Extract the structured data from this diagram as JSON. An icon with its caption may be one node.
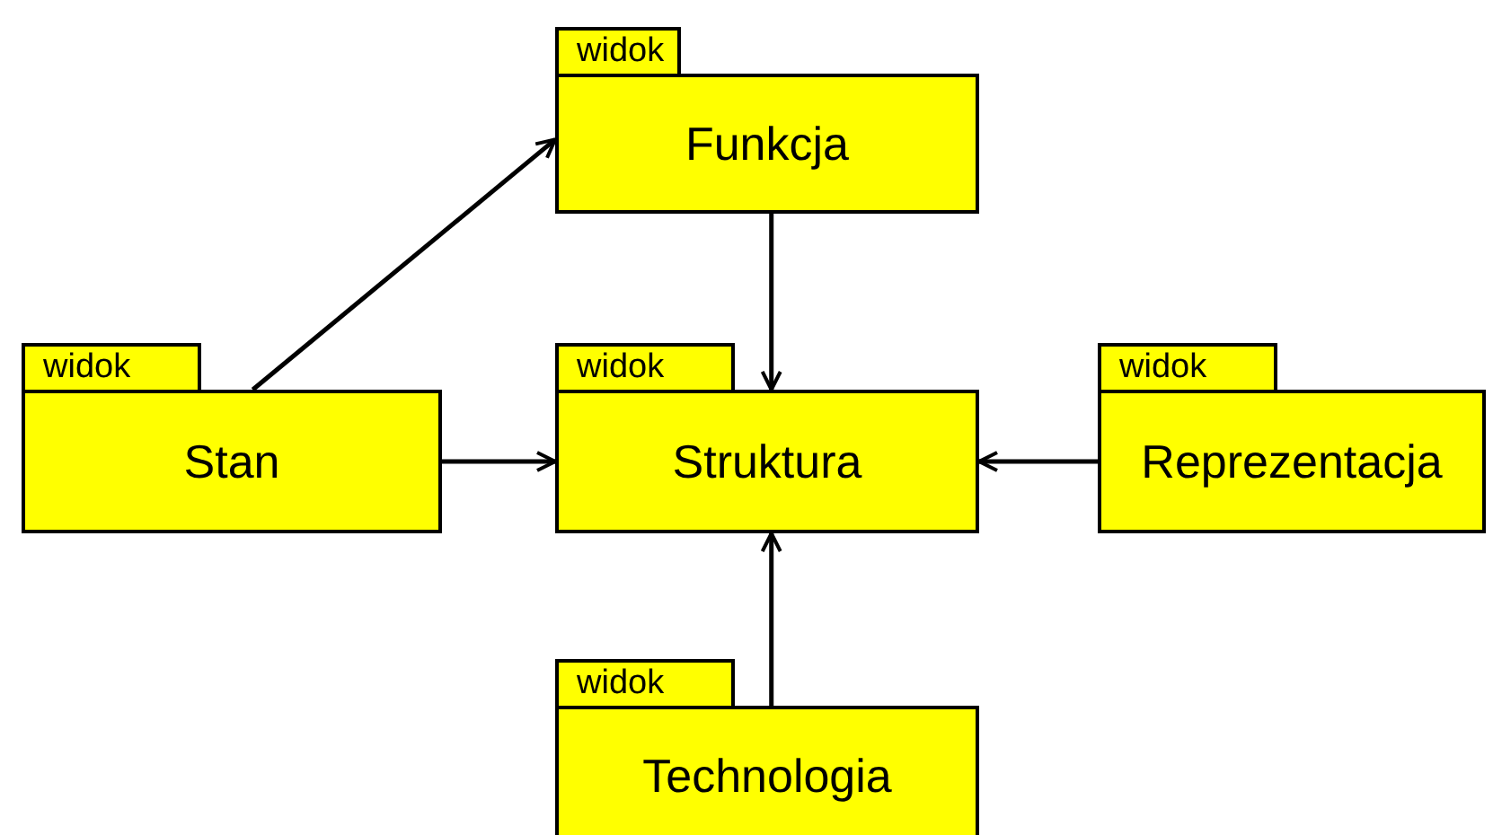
{
  "diagram": {
    "nodes": [
      {
        "text": [
          "widok",
          "Funkcja"
        ]
      },
      {
        "text": [
          "widok",
          "Stan"
        ]
      },
      {
        "text": [
          "widok",
          "Struktura"
        ]
      },
      {
        "text": [
          "widok",
          "Reprezentacja"
        ]
      },
      {
        "text": [
          "widok",
          "Technologia"
        ]
      }
    ],
    "edges": [
      {
        "from": 1,
        "to": 0,
        "arrow": "to"
      },
      {
        "from": 0,
        "to": 2,
        "arrow": "to"
      },
      {
        "from": 1,
        "to": 2,
        "arrow": "to"
      },
      {
        "from": 3,
        "to": 2,
        "arrow": "to"
      },
      {
        "from": 4,
        "to": 2,
        "arrow": "to"
      }
    ]
  }
}
